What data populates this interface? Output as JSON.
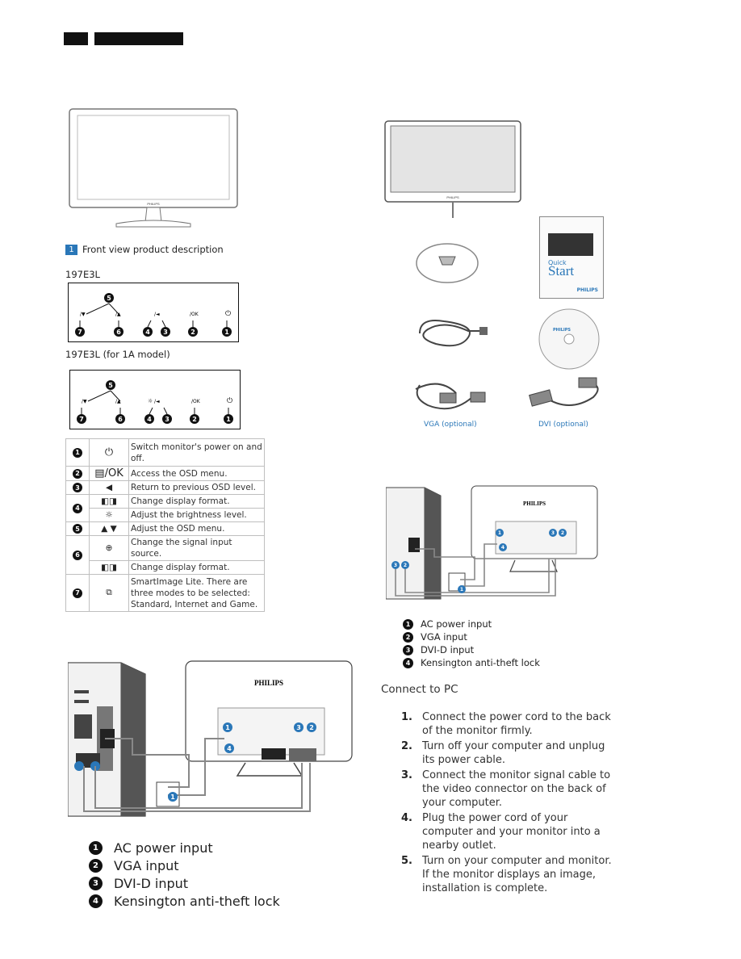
{
  "header": {
    "page_number": "",
    "section": ""
  },
  "front_view": {
    "heading_number": "1",
    "heading": "Front view product description",
    "model_1": "197E3L",
    "model_2": "197E3L (for 1A model)",
    "brand": "PHILIPS"
  },
  "panel1_labels": [
    "/▼",
    "/▲",
    "/◄",
    "/OK"
  ],
  "panel_numbers": [
    "5",
    "7",
    "6",
    "4",
    "3",
    "2",
    "1"
  ],
  "controls_table": [
    {
      "num": "1",
      "icon": "power-icon",
      "desc": "Switch monitor's power on and off."
    },
    {
      "num": "2",
      "icon": "menu-ok-icon",
      "icon_text": "/OK",
      "desc": "Access the OSD menu."
    },
    {
      "num": "3",
      "icon": "left-arrow-icon",
      "desc": "Return to previous OSD level."
    },
    {
      "num": "4",
      "icon": "display-format-icon",
      "desc": "Change display format."
    },
    {
      "num": "",
      "icon": "brightness-icon",
      "desc": "Adjust the brightness level."
    },
    {
      "num": "5",
      "icon": "up-down-arrows-icon",
      "desc": "Adjust the OSD menu."
    },
    {
      "num": "6",
      "icon": "input-source-icon",
      "desc": "Change the signal input source."
    },
    {
      "num": "",
      "icon": "display-format-icon",
      "desc": "Change display format."
    },
    {
      "num": "7",
      "icon": "smartimage-icon",
      "desc": "SmartImage Lite. There are three modes to be selected: Standard, Internet and Game."
    }
  ],
  "package": {
    "quick_start_small": "Quick",
    "quick_start": "Start",
    "brand": "PHILIPS",
    "vga_label": "VGA (optional)",
    "dvi_label": "DVI (optional)"
  },
  "connection_diagram_brand": "PHILIPS",
  "legend": [
    {
      "num": "1",
      "text": "AC power input"
    },
    {
      "num": "2",
      "text": "VGA input"
    },
    {
      "num": "3",
      "text": "DVI-D input"
    },
    {
      "num": "4",
      "text": "Kensington anti-theft lock"
    }
  ],
  "connect_to_pc": {
    "title": "Connect to PC",
    "steps": [
      {
        "num": "1.",
        "text": "Connect the power cord to the back of the monitor firmly."
      },
      {
        "num": "2.",
        "text": "Turn off your computer and unplug its power cable."
      },
      {
        "num": "3.",
        "text": "Connect the monitor signal cable to the video connector on the back of your computer."
      },
      {
        "num": "4.",
        "text": "Plug the power cord of your computer and your monitor into a nearby outlet."
      },
      {
        "num": "5.",
        "text": "Turn on your computer and monitor. If the monitor displays an image, installation is complete."
      }
    ]
  }
}
